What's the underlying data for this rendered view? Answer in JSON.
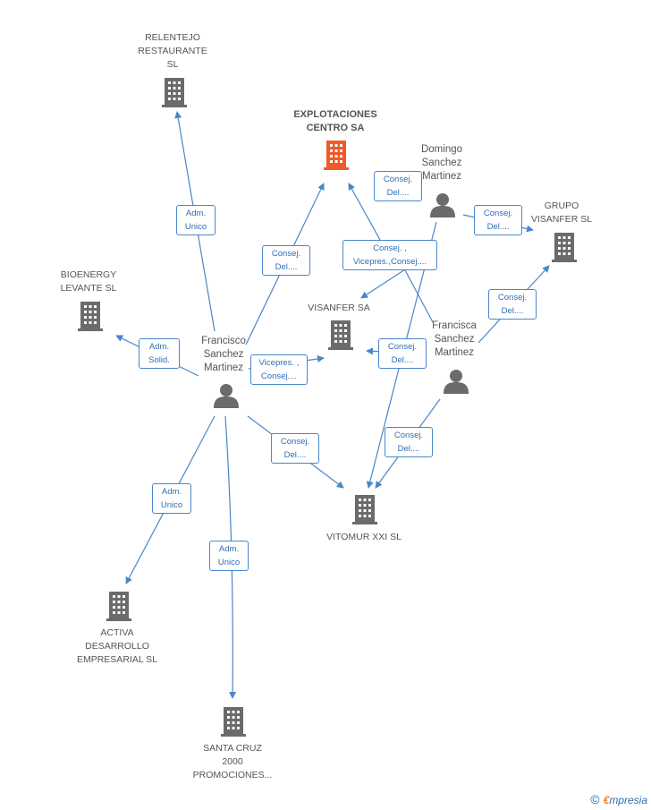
{
  "companies": {
    "relentejo": "RELENTEJO\nRESTAURANTE\nSL",
    "explotaciones": "EXPLOTACIONES\nCENTRO SA",
    "grupo_visanfer": "GRUPO\nVISANFER SL",
    "bioenergy": "BIOENERGY\nLEVANTE SL",
    "visanfer": "VISANFER SA",
    "vitomur": "VITOMUR XXI SL",
    "activa": "ACTIVA\nDESARROLLO\nEMPRESARIAL SL",
    "santa_cruz": "SANTA CRUZ\n2000\nPROMOCIONES..."
  },
  "persons": {
    "domingo": "Domingo\nSanchez\nMartinez",
    "francisco": "Francisco\nSanchez\nMartinez",
    "francisca": "Francisca\nSanchez\nMartinez"
  },
  "relations": {
    "adm_unico_1": "Adm.\nUnico",
    "consej_del_1": "Consej.\nDel....",
    "consej_del_2": "Consej.\nDel....",
    "consej_del_3": "Consej.\nDel....",
    "consej_vicepres": "Consej. ,\nVicepres.,Consej....",
    "consej_del_4": "Consej.\nDel....",
    "adm_solid": "Adm.\nSolid.",
    "vicepres_consej": "Vicepres. ,\nConsej....",
    "consej_del_5": "Consej.\nDel....",
    "consej_del_6": "Consej.\nDel....",
    "consej_del_7": "Consej.\nDel....",
    "adm_unico_2": "Adm.\nUnico",
    "adm_unico_3": "Adm.\nUnico"
  },
  "colors": {
    "edge": "#4a86c8",
    "building": "#6b6b6b",
    "building_main": "#f05a28",
    "person": "#6b6b6b"
  },
  "footer": {
    "copyright_symbol": "©",
    "brand_e": "€",
    "brand_rest": "mpresia"
  }
}
